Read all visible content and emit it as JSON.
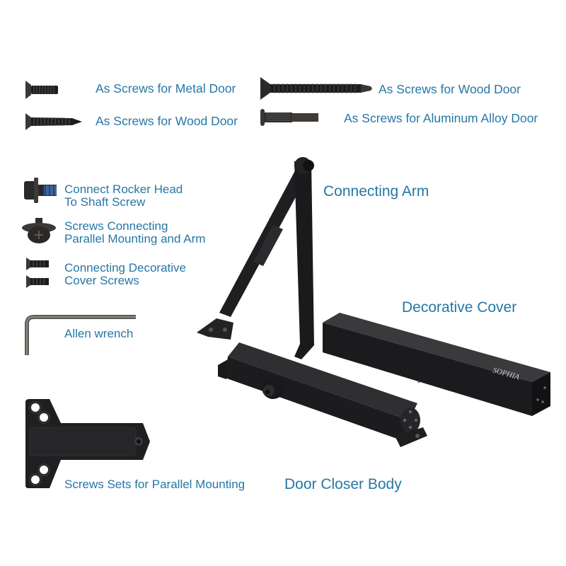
{
  "colors": {
    "label_text": "#2677a6",
    "background": "#ffffff",
    "hardware_black": "#1c1c1e",
    "allen_wrench_steel": "#6e6a66"
  },
  "screws_top": [
    {
      "icon": "countersunk-machine-screw-icon",
      "label": "As Screws for Metal Door"
    },
    {
      "icon": "countersunk-wood-screw-icon",
      "label": "As Screws for Wood Door"
    },
    {
      "icon": "self-drilling-screw-icon",
      "label": "As Screws for Wood Door"
    },
    {
      "icon": "knurled-pin-icon",
      "label": "As Screws for Aluminum Alloy Door"
    }
  ],
  "hardware_list": [
    {
      "icon": "flange-bolt-icon",
      "lines": [
        "Connect Rocker Head",
        "To Shaft Screw"
      ]
    },
    {
      "icon": "washer-screw-icon",
      "lines": [
        "Screws Connecting",
        "Parallel Mounting and Arm"
      ]
    },
    {
      "icon": "cover-screws-icon",
      "lines": [
        "Connecting Decorative",
        "Cover Screws"
      ]
    },
    {
      "icon": "allen-wrench-icon",
      "lines": [
        "Allen wrench"
      ]
    }
  ],
  "components": {
    "arm_label": "Connecting Arm",
    "cover_label": "Decorative Cover",
    "cover_brand": "SOPHIA",
    "body_label": "Door Closer Body",
    "bracket_label": "Screws Sets for Parallel Mounting"
  }
}
